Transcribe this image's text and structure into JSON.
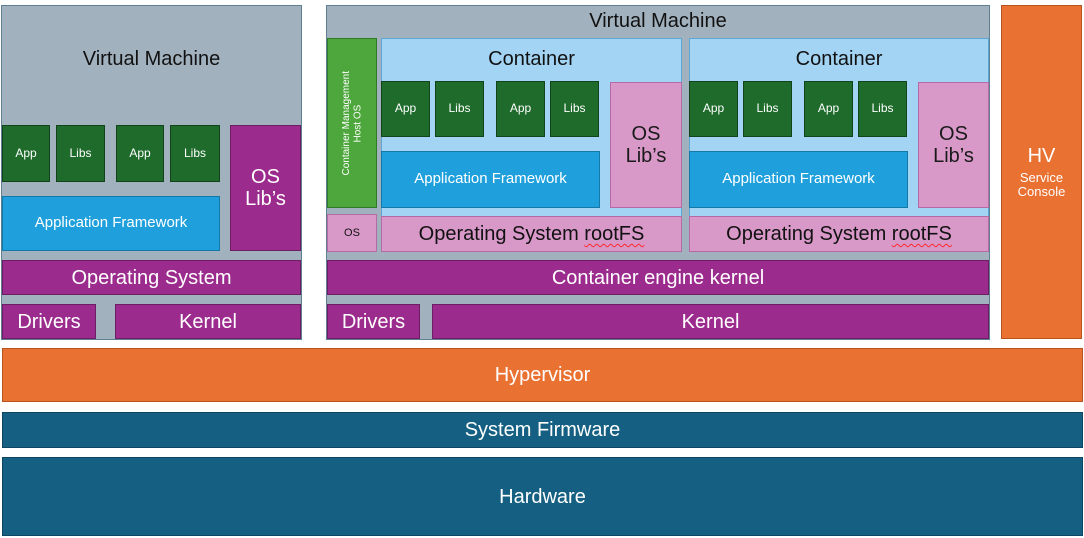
{
  "vm_left": {
    "title": "Virtual Machine",
    "apps": [
      {
        "label": "App"
      },
      {
        "label": "Libs"
      },
      {
        "label": "App"
      },
      {
        "label": "Libs"
      }
    ],
    "os_libs": [
      "OS",
      "Lib’s"
    ],
    "app_framework": "Application Framework",
    "operating_system": "Operating System",
    "drivers": "Drivers",
    "kernel": "Kernel"
  },
  "vm_right": {
    "title": "Virtual Machine",
    "container_mgmt": [
      "Container Management",
      "Host OS"
    ],
    "os_small": "OS",
    "containers": [
      {
        "title": "Container",
        "apps": [
          {
            "label": "App"
          },
          {
            "label": "Libs"
          },
          {
            "label": "App"
          },
          {
            "label": "Libs"
          }
        ],
        "os_libs": [
          "OS",
          "Lib’s"
        ],
        "app_framework": "Application Framework",
        "rootfs_prefix": "Operating System ",
        "rootfs_word": "rootFS"
      },
      {
        "title": "Container",
        "apps": [
          {
            "label": "App"
          },
          {
            "label": "Libs"
          },
          {
            "label": "App"
          },
          {
            "label": "Libs"
          }
        ],
        "os_libs": [
          "OS",
          "Lib’s"
        ],
        "app_framework": "Application Framework",
        "rootfs_prefix": "Operating System ",
        "rootfs_word": "rootFS"
      }
    ],
    "container_engine": "Container engine kernel",
    "drivers": "Drivers",
    "kernel": "Kernel"
  },
  "hv_console": {
    "title": "HV",
    "subtitle": [
      "Service",
      "Console"
    ]
  },
  "hypervisor": "Hypervisor",
  "system_firmware": "System Firmware",
  "hardware": "Hardware",
  "colors": {
    "vm_gray": "#a2b1be",
    "container_blue": "#a3d4f4",
    "dark_green": "#1e6b2b",
    "light_green": "#4ea73c",
    "framework_blue": "#1fa0dc",
    "purple": "#9c2b8e",
    "light_pink": "#d898c8",
    "orange": "#e97132",
    "dark_teal": "#156082"
  }
}
